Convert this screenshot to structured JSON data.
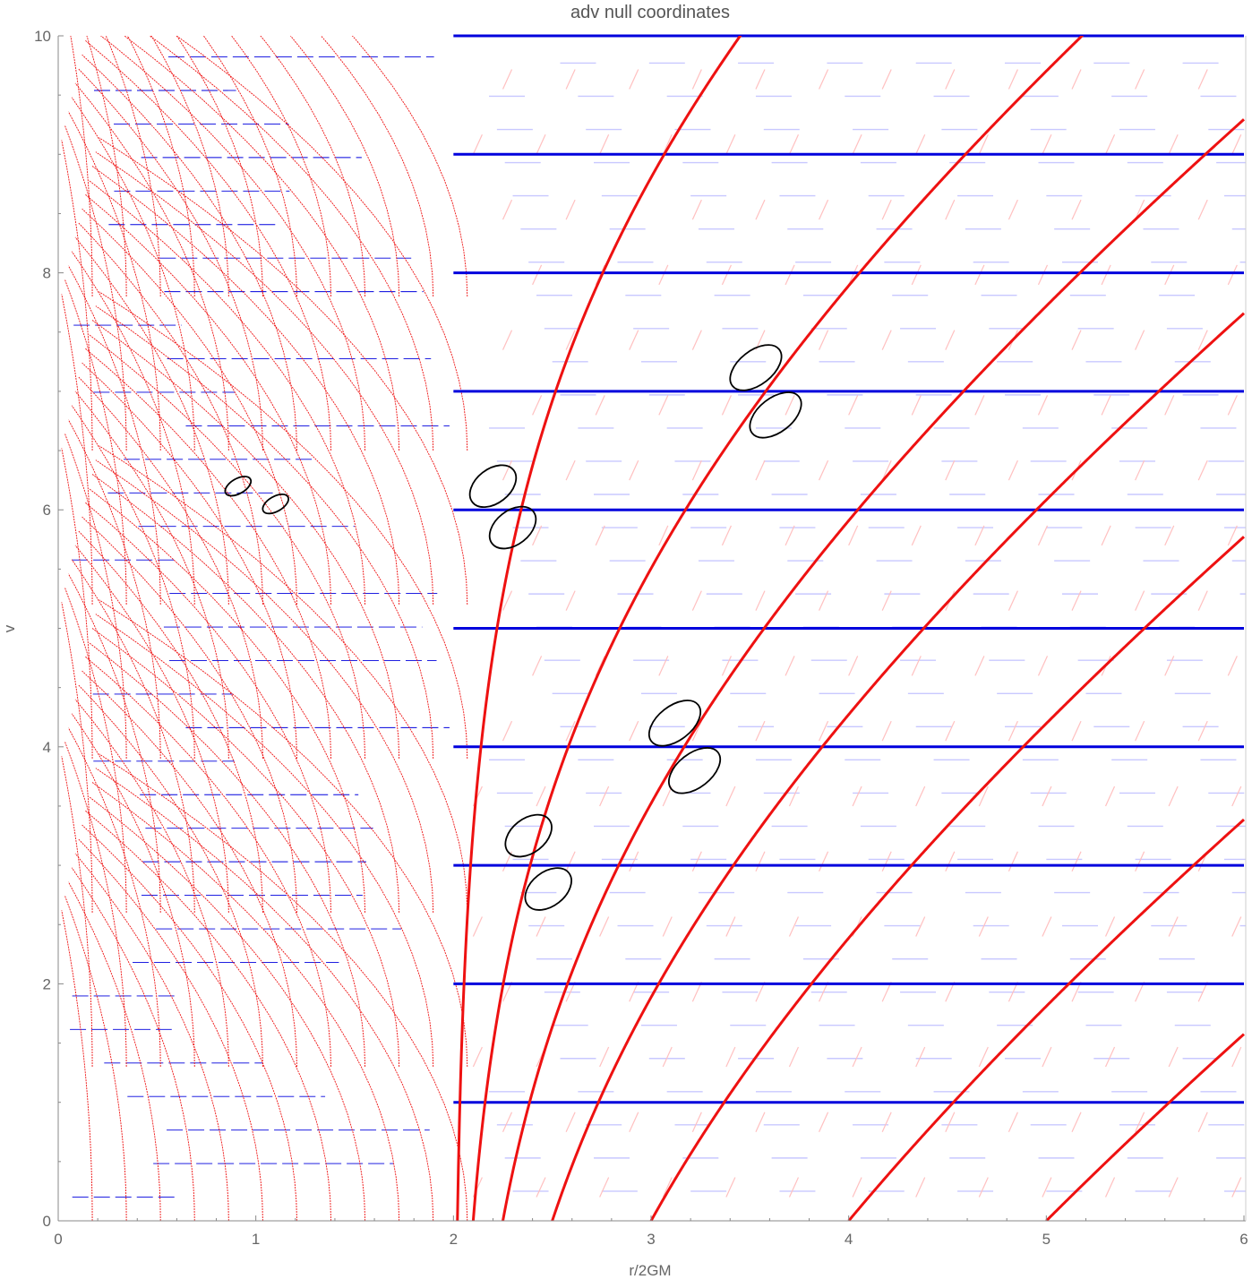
{
  "chart_data": {
    "type": "line",
    "title": "adv null coordinates",
    "xlabel": "r/2GM",
    "ylabel": "v",
    "xlim": [
      0,
      6
    ],
    "ylim": [
      0,
      10
    ],
    "xticks": [
      "0",
      "1",
      "2",
      "3",
      "4",
      "5",
      "6"
    ],
    "yticks": [
      "0",
      "2",
      "4",
      "6",
      "8",
      "10"
    ],
    "grid": false,
    "colors": {
      "blue": "#0000dd",
      "red": "#ee1111",
      "faint_blue": "#c8c8ff",
      "faint_red": "#ffc0c0",
      "axis": "#888888",
      "ellipse": "#000000"
    },
    "horizontal_lines": {
      "x_from": 2,
      "x_to": 6,
      "v_values": [
        1,
        2,
        3,
        4,
        5,
        6,
        7,
        8,
        9,
        10
      ]
    },
    "outgoing_curves": {
      "start_r": [
        2.02,
        2.1,
        2.25,
        2.5,
        3,
        4,
        5
      ],
      "v_max": 10,
      "r_max": 6
    },
    "interior_curves": {
      "start_r": [
        0.15,
        0.3,
        0.45,
        0.6,
        0.75,
        0.9,
        1.05,
        1.2,
        1.35,
        1.5,
        1.65,
        1.8
      ],
      "v_offsets": [
        0,
        1.3,
        2.6,
        3.9,
        5.2,
        6.5,
        7.8
      ]
    },
    "light_cones": [
      {
        "r": 2.2,
        "v": 6.2,
        "angle": 38,
        "rx": 0.16,
        "ry": 0.22
      },
      {
        "r": 2.3,
        "v": 5.85,
        "angle": 38,
        "rx": 0.16,
        "ry": 0.22
      },
      {
        "r": 2.38,
        "v": 3.25,
        "angle": 38,
        "rx": 0.16,
        "ry": 0.22
      },
      {
        "r": 2.48,
        "v": 2.8,
        "angle": 38,
        "rx": 0.16,
        "ry": 0.22
      },
      {
        "r": 3.12,
        "v": 4.2,
        "angle": 38,
        "rx": 0.16,
        "ry": 0.25
      },
      {
        "r": 3.22,
        "v": 3.8,
        "angle": 38,
        "rx": 0.16,
        "ry": 0.25
      },
      {
        "r": 3.53,
        "v": 7.2,
        "angle": 38,
        "rx": 0.16,
        "ry": 0.25
      },
      {
        "r": 3.63,
        "v": 6.8,
        "angle": 38,
        "rx": 0.16,
        "ry": 0.25
      },
      {
        "r": 0.91,
        "v": 6.2,
        "angle": 30,
        "rx": 0.07,
        "ry": 0.12
      },
      {
        "r": 1.1,
        "v": 6.05,
        "angle": 30,
        "rx": 0.07,
        "ry": 0.12
      }
    ]
  }
}
